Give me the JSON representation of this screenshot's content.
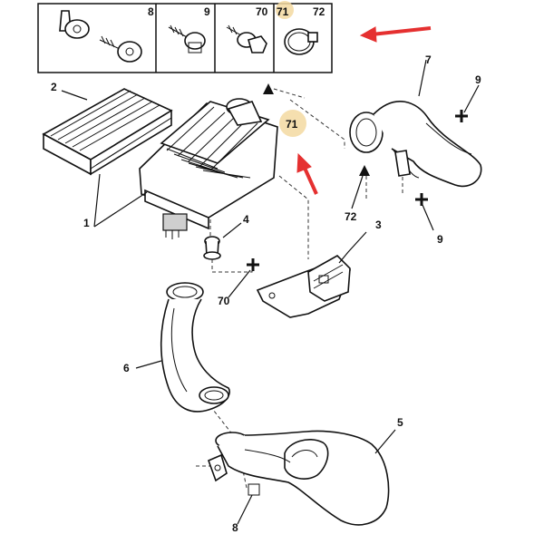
{
  "header_boxes": [
    {
      "id": "box-8",
      "label": "8"
    },
    {
      "id": "box-9",
      "label": "9"
    },
    {
      "id": "box-70",
      "label": "70"
    },
    {
      "id": "box-71",
      "label": "71",
      "highlighted": true
    },
    {
      "id": "box-72",
      "label": "72"
    }
  ],
  "callouts": {
    "c1": "1",
    "c2": "2",
    "c3": "3",
    "c4": "4",
    "c5": "5",
    "c6": "6",
    "c7": "7",
    "c8": "8",
    "c9a": "9",
    "c9b": "9",
    "c70": "70",
    "c71": "71",
    "c72": "72"
  },
  "colors": {
    "highlight": "#f3d9a1",
    "arrow": "#e53030",
    "ink": "#111111"
  },
  "icons": [
    "arrow-icon",
    "cross-marker-icon",
    "triangle-marker-icon"
  ]
}
